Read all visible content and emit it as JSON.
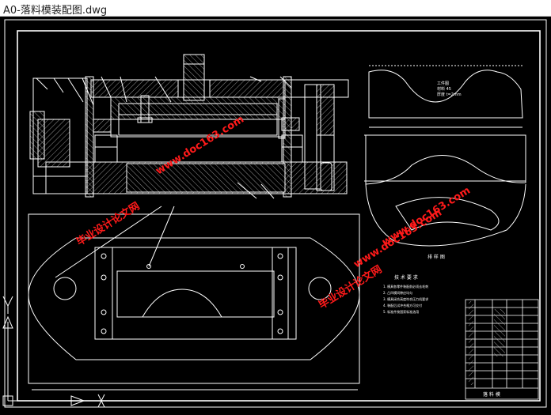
{
  "window": {
    "title": "A0-落料模装配图.dwg"
  },
  "drawing": {
    "part_label": "工件图",
    "part_material": "材料 45",
    "part_thickness": "厚度 t=2mm",
    "blank_label": "排 样 图",
    "tech_heading": "技 术 要 求",
    "tech_notes": [
      "1. 模具各零件装配前必须去毛刺",
      "2. 凸凹模间隙应均匀",
      "3. 模具闭合高度符合压力机要求",
      "4. 装配后试冲合格方可交付",
      "5. 标准件按国家标准选用"
    ],
    "title_block_name": "落 料 模",
    "watermark_site": "www.doc163.com",
    "watermark_cn": "毕业设计论文网"
  },
  "colors": {
    "background": "#000000",
    "lines": "#ffffff",
    "watermark": "#ff1a1a",
    "hatch": "#cfcfcf"
  },
  "icons": [
    "ucs-y-axis-icon",
    "ucs-x-axis-icon"
  ]
}
